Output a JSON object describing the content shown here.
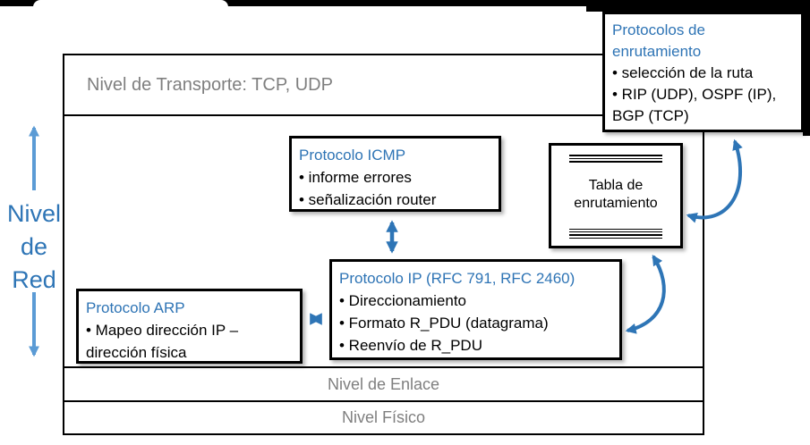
{
  "colors": {
    "heading_blue": "#2E74B5",
    "side_label_blue": "#2E75B6",
    "connector_arrow_blue": "#2E75B6",
    "side_arrow_blue": "#5B9BD5",
    "muted_gray_text": "#7F7F7F",
    "box_border": "#000000",
    "frame_black": "#000000"
  },
  "side_label": {
    "text": "Nivel de Red",
    "lines": [
      "Nivel",
      "de",
      "Red"
    ]
  },
  "layers": {
    "transport": "Nivel de Transporte: TCP, UDP",
    "link": "Nivel de Enlace",
    "physical": "Nivel Físico"
  },
  "icmp": {
    "title": "Protocolo ICMP",
    "bullets": [
      "• informe errores",
      "• señalización router"
    ]
  },
  "ip": {
    "title": "Protocolo IP (RFC 791, RFC 2460)",
    "bullets": [
      "• Direccionamiento",
      "• Formato R_PDU (datagrama)",
      "• Reenvío de R_PDU"
    ]
  },
  "arp": {
    "title": "Protocolo ARP",
    "bullets": [
      "• Mapeo dirección IP – dirección física"
    ]
  },
  "routing_protocols": {
    "title": "Protocolos de enrutamiento",
    "bullets": [
      "• selección de la ruta",
      "• RIP (UDP), OSPF (IP), BGP (TCP)"
    ]
  },
  "routing_table": {
    "label": "Tabla de enrutamiento"
  }
}
